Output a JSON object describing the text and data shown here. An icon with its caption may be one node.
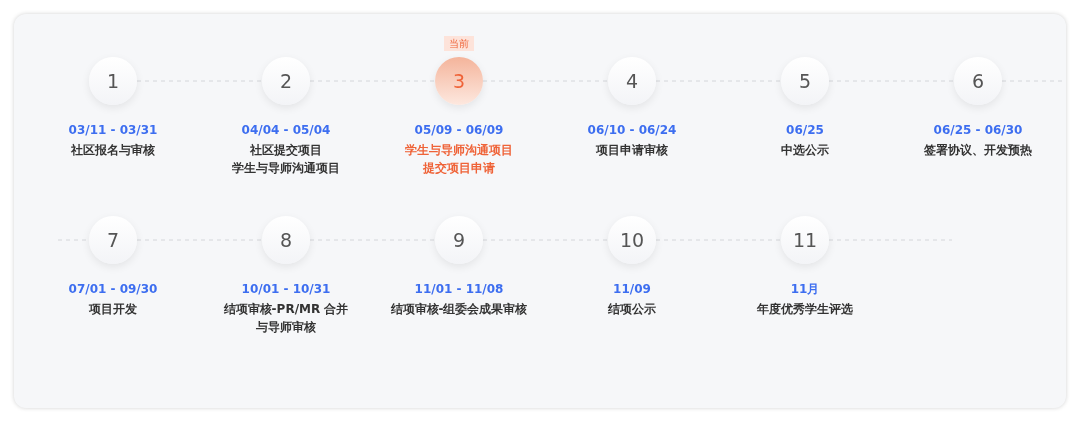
{
  "diagram": {
    "nodes": [
      {
        "text": [
          "1"
        ],
        "beside": [
          "03/11 - 03/31",
          "社区报名与审核"
        ]
      },
      {
        "text": [
          "2"
        ],
        "beside": [
          "04/04 - 05/04",
          "社区提交项目",
          "学生与导师沟通项目"
        ]
      },
      {
        "text": [
          "3"
        ],
        "beside": [
          "当前",
          "05/09 - 06/09",
          "学生与导师沟通项目",
          "提交项目申请"
        ]
      },
      {
        "text": [
          "4"
        ],
        "beside": [
          "06/10 - 06/24",
          "项目申请审核"
        ]
      },
      {
        "text": [
          "5"
        ],
        "beside": [
          "06/25",
          "中选公示"
        ]
      },
      {
        "text": [
          "6"
        ],
        "beside": [
          "06/25 - 06/30",
          "签署协议、开发预热"
        ]
      },
      {
        "text": [
          "7"
        ],
        "beside": [
          "07/01 - 09/30",
          "项目开发"
        ]
      },
      {
        "text": [
          "8"
        ],
        "beside": [
          "10/01 - 10/31",
          "结项审核-PR/MR 合并与导师审核"
        ]
      },
      {
        "text": [
          "9"
        ],
        "beside": [
          "11/01 - 11/08",
          "结项审核-组委会成果审核"
        ]
      },
      {
        "text": [
          "10"
        ],
        "beside": [
          "11/09",
          "结项公示"
        ]
      },
      {
        "text": [
          "11"
        ],
        "beside": [
          "11月",
          "年度优秀学生评选"
        ]
      }
    ],
    "edges": [
      {
        "from": 0,
        "to": 1,
        "arrow": "none",
        "style": "dashed"
      },
      {
        "from": 1,
        "to": 2,
        "arrow": "none",
        "style": "dashed"
      },
      {
        "from": 2,
        "to": 3,
        "arrow": "none",
        "style": "dashed"
      },
      {
        "from": 3,
        "to": 4,
        "arrow": "none",
        "style": "dashed"
      },
      {
        "from": 4,
        "to": 5,
        "arrow": "none",
        "style": "dashed"
      },
      {
        "from": 5,
        "to": null,
        "arrow": "none",
        "style": "dashed"
      },
      {
        "from": null,
        "to": 6,
        "arrow": "none",
        "style": "dashed"
      },
      {
        "from": 6,
        "to": 7,
        "arrow": "none",
        "style": "dashed"
      },
      {
        "from": 7,
        "to": 8,
        "arrow": "none",
        "style": "dashed"
      },
      {
        "from": 8,
        "to": 9,
        "arrow": "none",
        "style": "dashed"
      },
      {
        "from": 9,
        "to": 10,
        "arrow": "none",
        "style": "dashed"
      },
      {
        "from": 10,
        "to": null,
        "arrow": "none",
        "style": "dashed"
      }
    ]
  }
}
